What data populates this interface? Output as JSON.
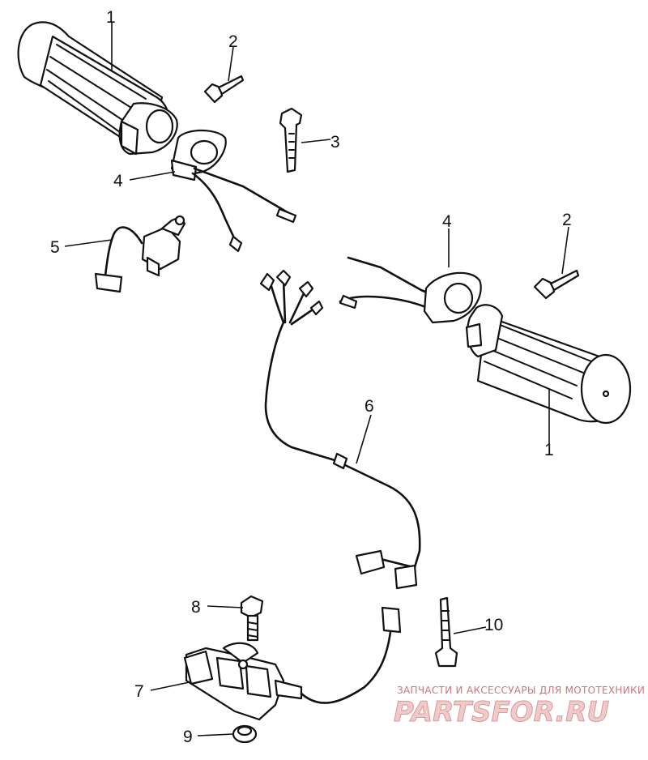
{
  "diagram": {
    "callouts": [
      {
        "id": "c1a",
        "label": "1"
      },
      {
        "id": "c2a",
        "label": "2"
      },
      {
        "id": "c3",
        "label": "3"
      },
      {
        "id": "c4a",
        "label": "4"
      },
      {
        "id": "c5",
        "label": "5"
      },
      {
        "id": "c4b",
        "label": "4"
      },
      {
        "id": "c2b",
        "label": "2"
      },
      {
        "id": "c1b",
        "label": "1"
      },
      {
        "id": "c6",
        "label": "6"
      },
      {
        "id": "c8",
        "label": "8"
      },
      {
        "id": "c10",
        "label": "10"
      },
      {
        "id": "c7",
        "label": "7"
      },
      {
        "id": "c9",
        "label": "9"
      }
    ]
  },
  "watermark": {
    "tagline": "ЗАПЧАСТИ И АКСЕССУАРЫ ДЛЯ МОТОТЕХНИКИ",
    "logo": "PARTSFOR.RU"
  },
  "colors": {
    "line": "#111111",
    "watermark_text": "#cc7777",
    "watermark_logo": "#f1c9c9"
  }
}
